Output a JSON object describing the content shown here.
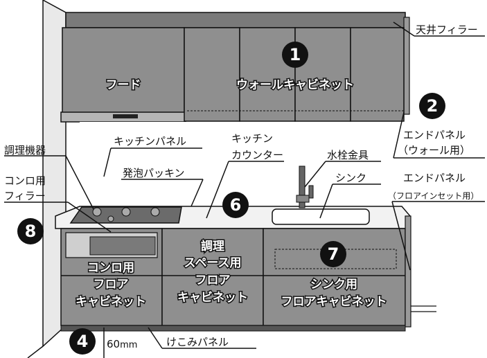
{
  "labels": {
    "hood": "フード",
    "ceiling_filler": "天井フィラー",
    "end_panel_wall": "エンドパネル",
    "end_panel_wall_sub": "（ウォール用）",
    "kitchen_panel": "キッチンパネル",
    "cooking_appliance": "調理機器",
    "kitchen_counter_1": "キッチン",
    "kitchen_counter_2": "カウンター",
    "faucet": "水栓金具",
    "foam_packing": "発泡パッキン",
    "sink": "シンク",
    "end_panel_floor": "エンドパネル",
    "end_panel_floor_sub": "（フロアインセット用）",
    "stove_filler_1": "コンロ用",
    "stove_filler_2": "フィラー",
    "stove_cab_1": "コンロ用",
    "stove_cab_2": "フロア",
    "stove_cab_3": "キャビネット",
    "prep_cab_1": "調理",
    "prep_cab_2": "スペース用",
    "prep_cab_3": "フロア",
    "prep_cab_4": "キャビネット",
    "sink_cab_1": "シンク用",
    "sink_cab_2": "フロアキャビネット",
    "wall_cab_1": "ウォールキャビネット",
    "kick_panel": "けこみパネル",
    "kick_height": "60",
    "kick_unit": "mm"
  },
  "markers": [
    "1",
    "2",
    "4",
    "6",
    "7",
    "8"
  ],
  "colors": {
    "cabinet": "#8f8f8f",
    "cabinet_dark": "#6e6e6e",
    "marker": "#111111",
    "line": "#111111"
  }
}
